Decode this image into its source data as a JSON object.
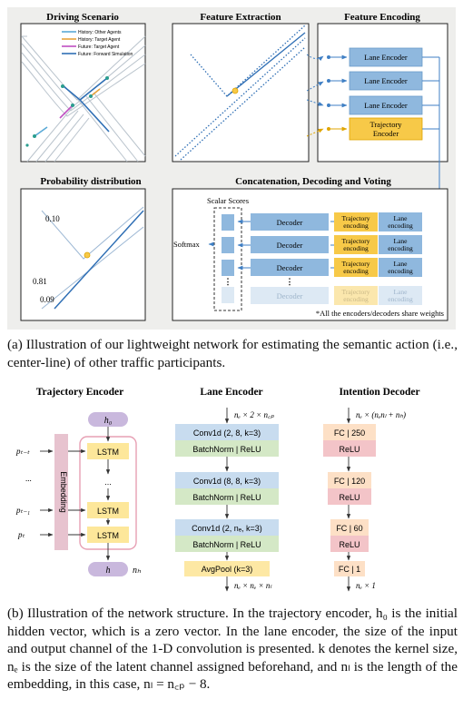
{
  "panel_a": {
    "driving": {
      "title": "Driving Scenario",
      "legend": [
        {
          "label": "History: Other Agents",
          "color": "#5aa9d6"
        },
        {
          "label": "History: Target Agent",
          "color": "#e8a33c"
        },
        {
          "label": "Future: Target Agent",
          "color": "#c04fc2"
        },
        {
          "label": "Future: Forward Simulation",
          "color": "#2f6fb5"
        }
      ]
    },
    "feature_extraction": {
      "title": "Feature Extraction"
    },
    "feature_encoding": {
      "title": "Feature Encoding",
      "lane_encoders": [
        "Lane Encoder",
        "Lane Encoder",
        "Lane Encoder"
      ],
      "trajectory_encoder": [
        "Trajectory",
        "Encoder"
      ]
    },
    "probability": {
      "title": "Probability distribution",
      "values": [
        "0.10",
        "0.81",
        "0.09"
      ]
    },
    "concat": {
      "title": "Concatenation, Decoding and Voting",
      "scalar_scores": "Scalar Scores",
      "softmax": "Softmax",
      "decoder": "Decoder",
      "traj_encoding": [
        "Trajectory",
        "encoding"
      ],
      "lane_encoding": [
        "Lane",
        "encoding"
      ],
      "note": "*All the encoders/decoders share weights"
    },
    "caption": "(a) Illustration of our lightweight network for estimating the semantic action (i.e., center-line) of other traffic participants."
  },
  "panel_b": {
    "trajectory_encoder": {
      "title": "Trajectory Encoder",
      "h0": "h₀",
      "h": "h",
      "nh": "nₕ",
      "inputs": [
        "pₜ₋ₜ",
        "...",
        "pₜ₋₁",
        "pₜ"
      ],
      "embedding": "Embedding",
      "lstm": [
        "LSTM",
        "...",
        "LSTM",
        "LSTM"
      ]
    },
    "lane_encoder": {
      "title": "Lane Encoder",
      "input": "nₑ × 2 × n꜀ₚ",
      "blocks": [
        {
          "conv": "Conv1d (2, 8, k=3)",
          "norm": "BatchNorm | ReLU"
        },
        {
          "conv": "Conv1d (8, 8, k=3)",
          "norm": "BatchNorm | ReLU"
        },
        {
          "conv": "Conv1d (2, nₑ, k=3)",
          "norm": "BatchNorm | ReLU"
        }
      ],
      "pool": "AvgPool (k=3)",
      "output": "nₑ × nₑ × nₗ"
    },
    "intention_decoder": {
      "title": "Intention Decoder",
      "input": "nₑ × (nₑnₗ + nₕ)",
      "layers": [
        {
          "fc": "FC | 250",
          "act": "ReLU"
        },
        {
          "fc": "FC | 120",
          "act": "ReLU"
        },
        {
          "fc": "FC | 60",
          "act": "ReLU"
        },
        {
          "fc": "FC | 1",
          "act": ""
        }
      ],
      "output": "nₑ × 1"
    },
    "caption": "(b) Illustration of the network structure. In the trajectory encoder, h₀ is the initial hidden vector, which is a zero vector. In the lane encoder, the size of the input and output channel of the 1-D convolution is presented. k denotes the kernel size, nₑ is the size of the latent channel assigned beforehand, and nₗ is the length of the embedding, in this case, nₗ = n꜀ₚ − 8."
  },
  "colors": {
    "panel_bg": "#eeeeec",
    "encoder_blue": "#8fb8de",
    "encoder_yellow": "#f7c948",
    "arrow_blue": "#3f7fc4",
    "lstm_yellow": "#fde79a",
    "embedding_pink": "#e7c3cf",
    "h_purple": "#c9b8dd",
    "conv_blue": "#c8dcef",
    "bn_green": "#d4e8c6",
    "pool_yellow": "#fde8a4",
    "fc_orange": "#fde0c6",
    "relu_pink": "#f3c4c8"
  }
}
